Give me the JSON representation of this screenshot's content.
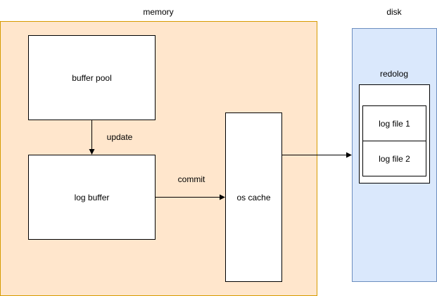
{
  "diagram": {
    "colors": {
      "memory_fill": "#ffe6cc",
      "memory_border": "#d79b00",
      "disk_fill": "#dae8fc",
      "disk_border": "#6c8ebf",
      "line": "#000000"
    },
    "regions": {
      "memory_title": "memory",
      "disk_title": "disk"
    },
    "nodes": {
      "buffer_pool": "buffer pool",
      "log_buffer": "log buffer",
      "os_cache": "os cache",
      "redolog": "redolog",
      "log_file_1": "log file 1",
      "log_file_2": "log file 2"
    },
    "edges": {
      "update": "update",
      "commit": "commit"
    }
  }
}
